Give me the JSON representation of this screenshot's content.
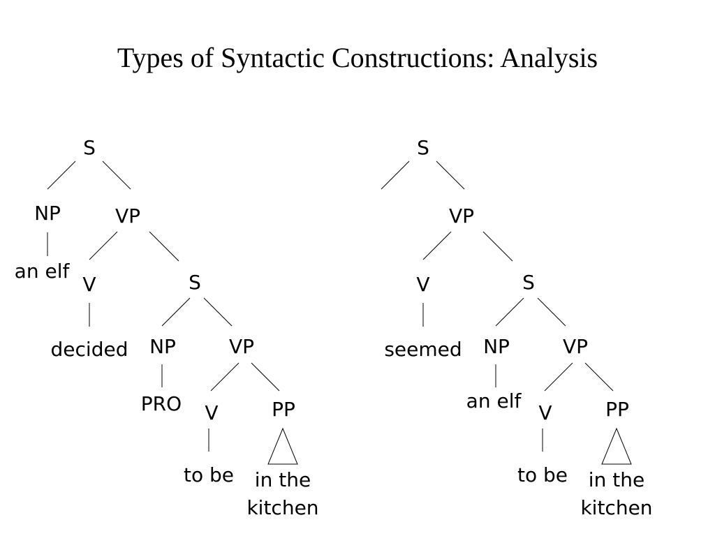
{
  "title": "Types of Syntactic Constructions: Analysis",
  "trees": [
    {
      "labels": {
        "s_root": "S",
        "np_subject": "NP",
        "np_subject_word": "an elf",
        "vp_main": "VP",
        "v_main": "V",
        "v_main_word": "decided",
        "s_embedded": "S",
        "np_embedded": "NP",
        "np_embedded_word": "PRO",
        "vp_embedded": "VP",
        "v_embedded": "V",
        "v_embedded_word": "to be",
        "pp": "PP",
        "pp_words_line1": "in the",
        "pp_words_line2": "kitchen"
      }
    },
    {
      "labels": {
        "s_root": "S",
        "vp_main": "VP",
        "v_main": "V",
        "v_main_word": "seemed",
        "s_embedded": "S",
        "np_embedded": "NP",
        "np_embedded_word": "an elf",
        "vp_embedded": "VP",
        "v_embedded": "V",
        "v_embedded_word": "to be",
        "pp": "PP",
        "pp_words_line1": "in the",
        "pp_words_line2": "kitchen"
      }
    }
  ]
}
